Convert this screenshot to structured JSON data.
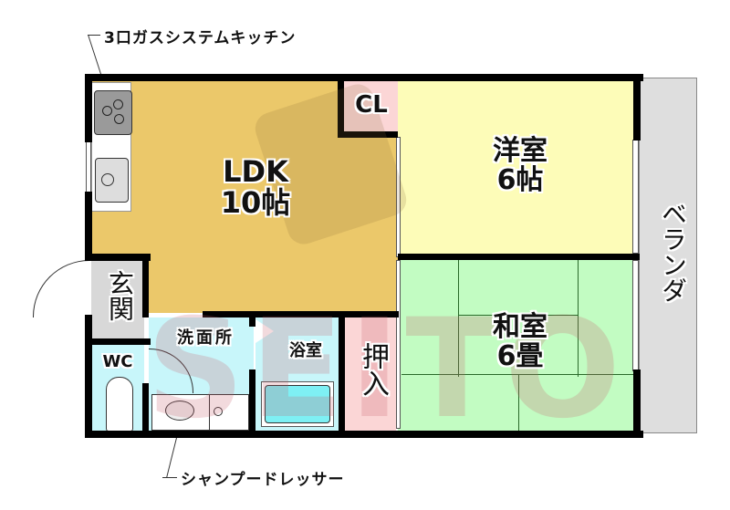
{
  "annotations": {
    "kitchen": "3口ガスシステムキッチン",
    "dresser": "シャンプードレッサー"
  },
  "rooms": {
    "ldk": {
      "name": "LDK",
      "size": "10帖",
      "color": "#ebc86a"
    },
    "closet": {
      "name": "CL",
      "color": "#fbd6d6"
    },
    "western": {
      "name": "洋室",
      "size": "6帖",
      "color": "#fdfcb8"
    },
    "japanese": {
      "name": "和室",
      "size": "6畳",
      "color": "#c2fcc2"
    },
    "veranda": {
      "name": "ベランダ",
      "color": "#dedede"
    },
    "entrance": {
      "name": "玄関",
      "color": "#d8d8d8"
    },
    "washroom": {
      "name": "洗面所",
      "color": "#c8f6fa"
    },
    "bathroom": {
      "name": "浴室",
      "color": "#c8f6fa"
    },
    "toilet": {
      "name": "WC",
      "color": "#c8f6fa"
    },
    "oshiire": {
      "name": "押入",
      "color": "#fbd6d6"
    }
  },
  "watermark": {
    "text": "SEITO"
  }
}
